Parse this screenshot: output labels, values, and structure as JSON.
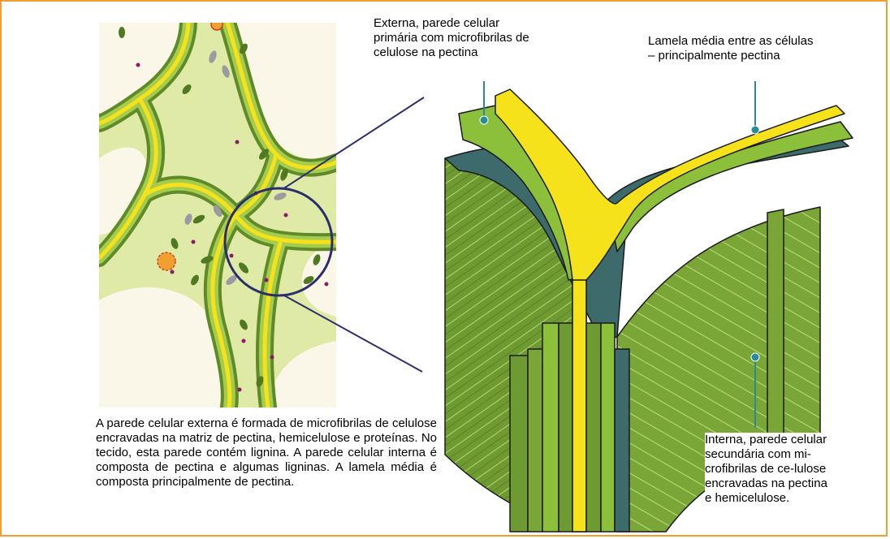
{
  "labels": {
    "outer_wall": [
      "Externa,  parede celular",
      "primária com microfibrilas de",
      "celulose na pectina"
    ],
    "middle_lamella": [
      "Lamela média entre as células",
      "– principalmente pectina"
    ],
    "inner_wall": [
      "Interna, parede celular",
      "secundária com mi-",
      "crofibrilas de ce-lulose",
      "encravadas na pectina",
      "e hemicelulose."
    ]
  },
  "caption": "A parede celular externa é formada de microfibrilas de celulose encravadas na matriz de pectina, hemicelulose e proteínas. No tecido, esta parede contém lignina. A parede celular interna é composta de pectina e algumas ligninas. A lamela média é composta principalmente de pectina.",
  "colors": {
    "border": "#f0a030",
    "pectin_yellow": "#f5e21a",
    "primary_wall_green": "#8cbf3a",
    "secondary_wall_green": "#6e9a32",
    "dark_band": "#3d6a6a",
    "matrix": "#dfeaa6",
    "cell_interior": "#fbf7e8",
    "leader_line": "#2a8a9a",
    "zoom_line": "#2b2d6e"
  }
}
